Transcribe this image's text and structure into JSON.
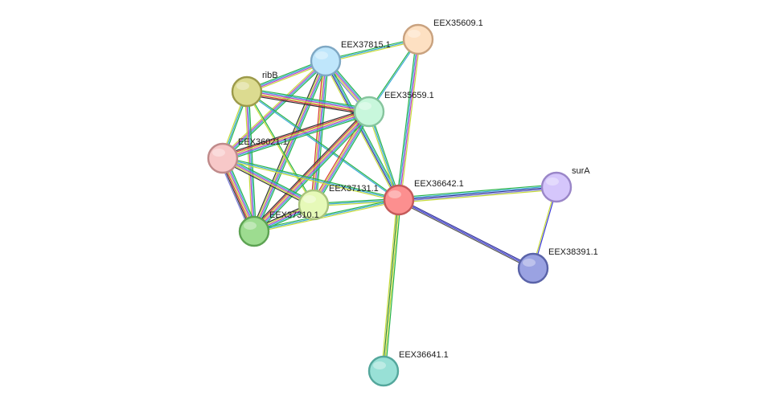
{
  "network": {
    "nodes": [
      {
        "id": "EEX35609.1",
        "label": "EEX35609.1",
        "fill": "#fde0c2",
        "stroke": "#c9a27f"
      },
      {
        "id": "EEX37815.1",
        "label": "EEX37815.1",
        "fill": "#bfe6fb",
        "stroke": "#7fa8c4"
      },
      {
        "id": "ribB",
        "label": "ribB",
        "fill": "#dcdb90",
        "stroke": "#9c9a4a"
      },
      {
        "id": "EEX35659.1",
        "label": "EEX35659.1",
        "fill": "#c8f7dc",
        "stroke": "#86c49d"
      },
      {
        "id": "EEX36021.1",
        "label": "EEX36021.1",
        "fill": "#f7c8c8",
        "stroke": "#bf8a8a"
      },
      {
        "id": "EEX37131.1",
        "label": "EEX37131.1",
        "fill": "#e6f9b8",
        "stroke": "#a8c27c"
      },
      {
        "id": "EEX36642.1",
        "label": "EEX36642.1",
        "fill": "#fc8f8f",
        "stroke": "#c45a5a"
      },
      {
        "id": "EEX37310.1",
        "label": "EEX37310.1",
        "fill": "#9ddc90",
        "stroke": "#5da353"
      },
      {
        "id": "surA",
        "label": "surA",
        "fill": "#d5c6fb",
        "stroke": "#9a86c8"
      },
      {
        "id": "EEX38391.1",
        "label": "EEX38391.1",
        "fill": "#9aa2e2",
        "stroke": "#5a63a8"
      },
      {
        "id": "EEX36641.1",
        "label": "EEX36641.1",
        "fill": "#98e0d6",
        "stroke": "#54a79c"
      }
    ],
    "edges": [
      {
        "source": "EEX37815.1",
        "target": "EEX35609.1",
        "colors": [
          "#27b34a",
          "#3aa8d8",
          "#c8dc3a"
        ]
      },
      {
        "source": "EEX35659.1",
        "target": "EEX35609.1",
        "colors": [
          "#27b34a",
          "#3aa8d8"
        ]
      },
      {
        "source": "EEX36642.1",
        "target": "EEX35609.1",
        "colors": [
          "#27b34a",
          "#3aa8d8",
          "#c040c8",
          "#c8dc3a"
        ]
      },
      {
        "source": "ribB",
        "target": "EEX37815.1",
        "colors": [
          "#27b34a",
          "#3aa8d8",
          "#c040c8",
          "#c8dc3a"
        ]
      },
      {
        "source": "EEX37815.1",
        "target": "EEX35659.1",
        "colors": [
          "#27b34a",
          "#3aa8d8",
          "#c040c8",
          "#c8dc3a",
          "#7a7ad8"
        ]
      },
      {
        "source": "EEX37815.1",
        "target": "EEX36021.1",
        "colors": [
          "#27b34a",
          "#3aa8d8",
          "#c040c8",
          "#c8dc3a"
        ]
      },
      {
        "source": "EEX37815.1",
        "target": "EEX37131.1",
        "colors": [
          "#27b34a",
          "#3aa8d8",
          "#c040c8",
          "#c8dc3a",
          "#d83a3a"
        ]
      },
      {
        "source": "EEX37815.1",
        "target": "EEX37310.1",
        "colors": [
          "#27b34a",
          "#3aa8d8",
          "#c040c8",
          "#c8dc3a",
          "#333333"
        ]
      },
      {
        "source": "EEX37815.1",
        "target": "EEX36642.1",
        "colors": [
          "#27b34a",
          "#3aa8d8",
          "#333399",
          "#c8dc3a"
        ]
      },
      {
        "source": "ribB",
        "target": "EEX35659.1",
        "colors": [
          "#27b34a",
          "#3aa8d8",
          "#c040c8",
          "#c8dc3a",
          "#d83a3a",
          "#333333"
        ]
      },
      {
        "source": "ribB",
        "target": "EEX36021.1",
        "colors": [
          "#27b34a",
          "#3aa8d8",
          "#c8dc3a"
        ]
      },
      {
        "source": "ribB",
        "target": "EEX37131.1",
        "colors": [
          "#27b34a",
          "#c8dc3a"
        ]
      },
      {
        "source": "ribB",
        "target": "EEX37310.1",
        "colors": [
          "#27b34a",
          "#3aa8d8",
          "#c040c8",
          "#c8dc3a"
        ]
      },
      {
        "source": "ribB",
        "target": "EEX36642.1",
        "colors": [
          "#27b34a",
          "#3aa8d8"
        ]
      },
      {
        "source": "EEX35659.1",
        "target": "EEX36021.1",
        "colors": [
          "#27b34a",
          "#3aa8d8",
          "#c040c8",
          "#c8dc3a",
          "#d83a3a",
          "#333333"
        ]
      },
      {
        "source": "EEX35659.1",
        "target": "EEX37131.1",
        "colors": [
          "#27b34a",
          "#3aa8d8",
          "#c040c8",
          "#c8dc3a",
          "#d83a3a"
        ]
      },
      {
        "source": "EEX35659.1",
        "target": "EEX37310.1",
        "colors": [
          "#27b34a",
          "#3aa8d8",
          "#c040c8",
          "#c8dc3a",
          "#d83a3a",
          "#333333"
        ]
      },
      {
        "source": "EEX35659.1",
        "target": "EEX36642.1",
        "colors": [
          "#27b34a",
          "#3aa8d8",
          "#c8dc3a"
        ]
      },
      {
        "source": "EEX36021.1",
        "target": "EEX37131.1",
        "colors": [
          "#27b34a",
          "#3aa8d8",
          "#c040c8",
          "#c8dc3a",
          "#333333"
        ]
      },
      {
        "source": "EEX36021.1",
        "target": "EEX37310.1",
        "colors": [
          "#27b34a",
          "#3aa8d8",
          "#c040c8",
          "#c8dc3a",
          "#d83a3a",
          "#333333",
          "#7a7ad8"
        ]
      },
      {
        "source": "EEX36021.1",
        "target": "EEX36642.1",
        "colors": [
          "#27b34a",
          "#3aa8d8",
          "#c8dc3a"
        ]
      },
      {
        "source": "EEX37131.1",
        "target": "EEX37310.1",
        "colors": [
          "#27b34a",
          "#3aa8d8",
          "#c040c8",
          "#c8dc3a",
          "#333333"
        ]
      },
      {
        "source": "EEX37131.1",
        "target": "EEX36642.1",
        "colors": [
          "#27b34a",
          "#3aa8d8",
          "#c8dc3a"
        ]
      },
      {
        "source": "EEX37310.1",
        "target": "EEX36642.1",
        "colors": [
          "#27b34a",
          "#3aa8d8",
          "#c8dc3a"
        ]
      },
      {
        "source": "EEX36642.1",
        "target": "surA",
        "colors": [
          "#27b34a",
          "#3aa8d8",
          "#333399",
          "#7a7ad8",
          "#c8dc3a"
        ]
      },
      {
        "source": "EEX36642.1",
        "target": "EEX38391.1",
        "colors": [
          "#333399",
          "#3a3ad8",
          "#555555"
        ]
      },
      {
        "source": "surA",
        "target": "EEX38391.1",
        "colors": [
          "#3a3ad8",
          "#c8dc3a"
        ]
      },
      {
        "source": "EEX36642.1",
        "target": "EEX36641.1",
        "colors": [
          "#27b34a",
          "#c8dc3a",
          "#3a8a3a",
          "#c8dc3a"
        ]
      }
    ]
  }
}
